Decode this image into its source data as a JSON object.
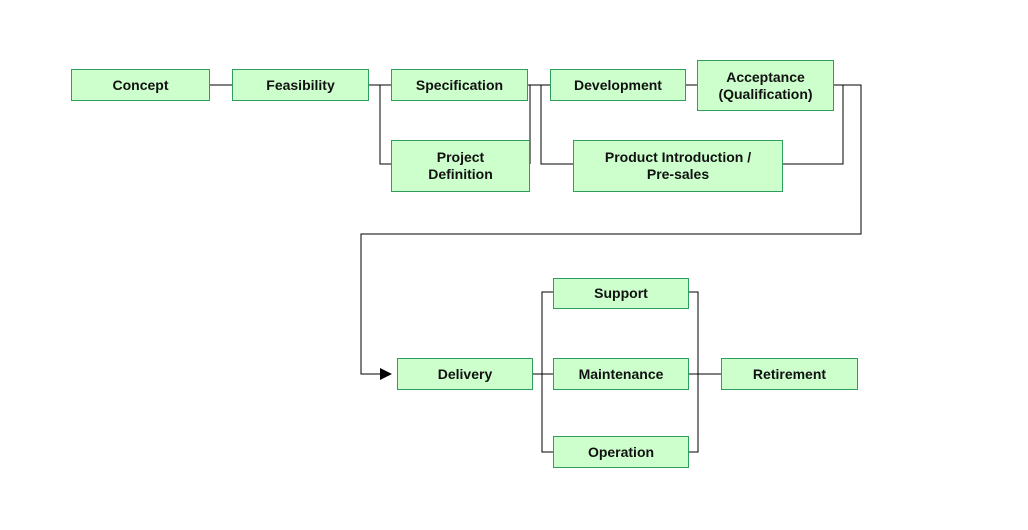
{
  "diagram": {
    "nodes": {
      "concept": "Concept",
      "feasibility": "Feasibility",
      "specification": "Specification",
      "project_definition": "Project\nDefinition",
      "development": "Development",
      "acceptance": "Acceptance\n(Qualification)",
      "product_introduction": "Product Introduction /\nPre-sales",
      "delivery": "Delivery",
      "support": "Support",
      "maintenance": "Maintenance",
      "operation": "Operation",
      "retirement": "Retirement"
    },
    "colors": {
      "node_fill": "#ccffcc",
      "node_border": "#2e9e5e",
      "connector": "#000000"
    }
  }
}
